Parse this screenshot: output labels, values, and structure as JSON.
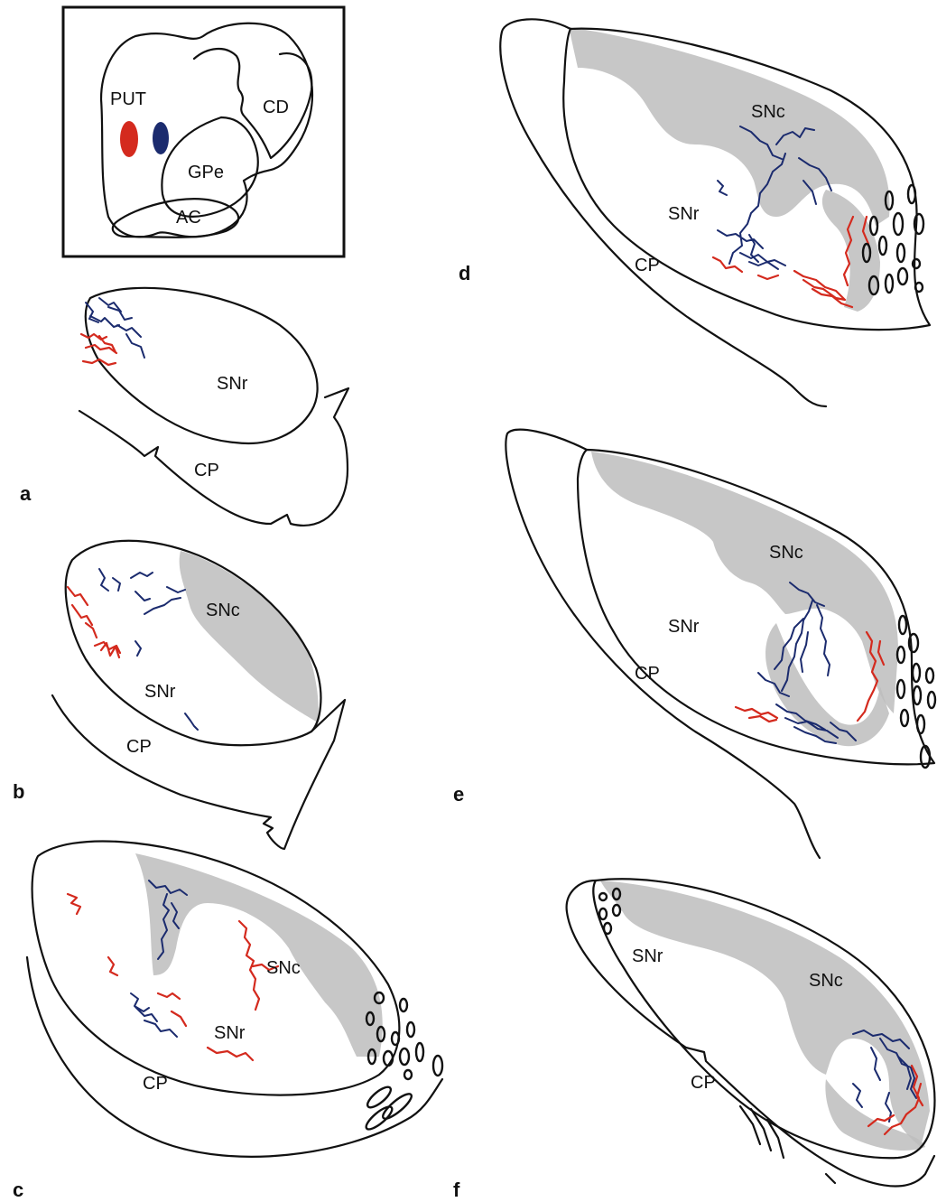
{
  "colors": {
    "red_injection": "#d42a1e",
    "blue_injection": "#1b2b6e",
    "snc_shading": "#bdbdbd"
  },
  "inset": {
    "labels": {
      "put": "PUT",
      "cd": "CD",
      "gpe": "GPe",
      "ac": "AC"
    }
  },
  "panels": {
    "a": {
      "letter": "a",
      "snr": "SNr",
      "cp": "CP"
    },
    "b": {
      "letter": "b",
      "snc": "SNc",
      "snr": "SNr",
      "cp": "CP"
    },
    "c": {
      "letter": "c",
      "snc": "SNc",
      "snr": "SNr",
      "cp": "CP"
    },
    "d": {
      "letter": "d",
      "snc": "SNc",
      "snr": "SNr",
      "cp": "CP"
    },
    "e": {
      "letter": "e",
      "snc": "SNc",
      "snr": "SNr",
      "cp": "CP"
    },
    "f": {
      "letter": "f",
      "snc": "SNc",
      "snr": "SNr",
      "cp": "CP"
    }
  }
}
